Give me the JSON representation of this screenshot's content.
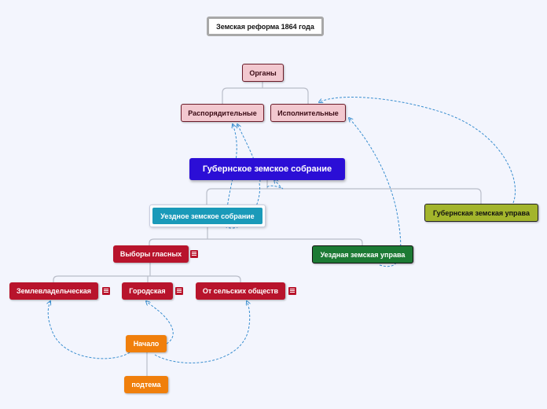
{
  "title": "Земская реформа 1864 года",
  "nodes": {
    "organy": "Органы",
    "rasporyaditelnye": "Распорядительные",
    "ispolnitelnye": "Исполнительные",
    "gubernskoe_sobranie": "Губернское земское собрание",
    "uezdnoe_sobranie": "Уездное земское собрание",
    "gubernskaya_uprava": "Губернская земская управа",
    "uezdnaya_uprava": "Уездная земская управа",
    "vybory": "Выборы гласных",
    "zemlevladelcheskaya": "Землевладельческая",
    "gorodskaya": "Городская",
    "selskih_obshchestv": "От сельских обществ",
    "nachalo": "Начало",
    "podtema": "подтема"
  },
  "icons": {
    "note": "note-icon"
  },
  "colors": {
    "background": "#f3f5fd",
    "connector": "#b9bdc9",
    "relationship": "#3b8fd0",
    "gubernskoe_sobranie": "#2b0ed6",
    "uezdnoe_sobranie": "#1a9ab9",
    "gubernskaya_uprava": "#a3b52c",
    "uezdnaya_uprava": "#1c7a34",
    "vybory": "#b8142c",
    "nachalo": "#f07f0c",
    "organy": "#f2c8cf"
  }
}
